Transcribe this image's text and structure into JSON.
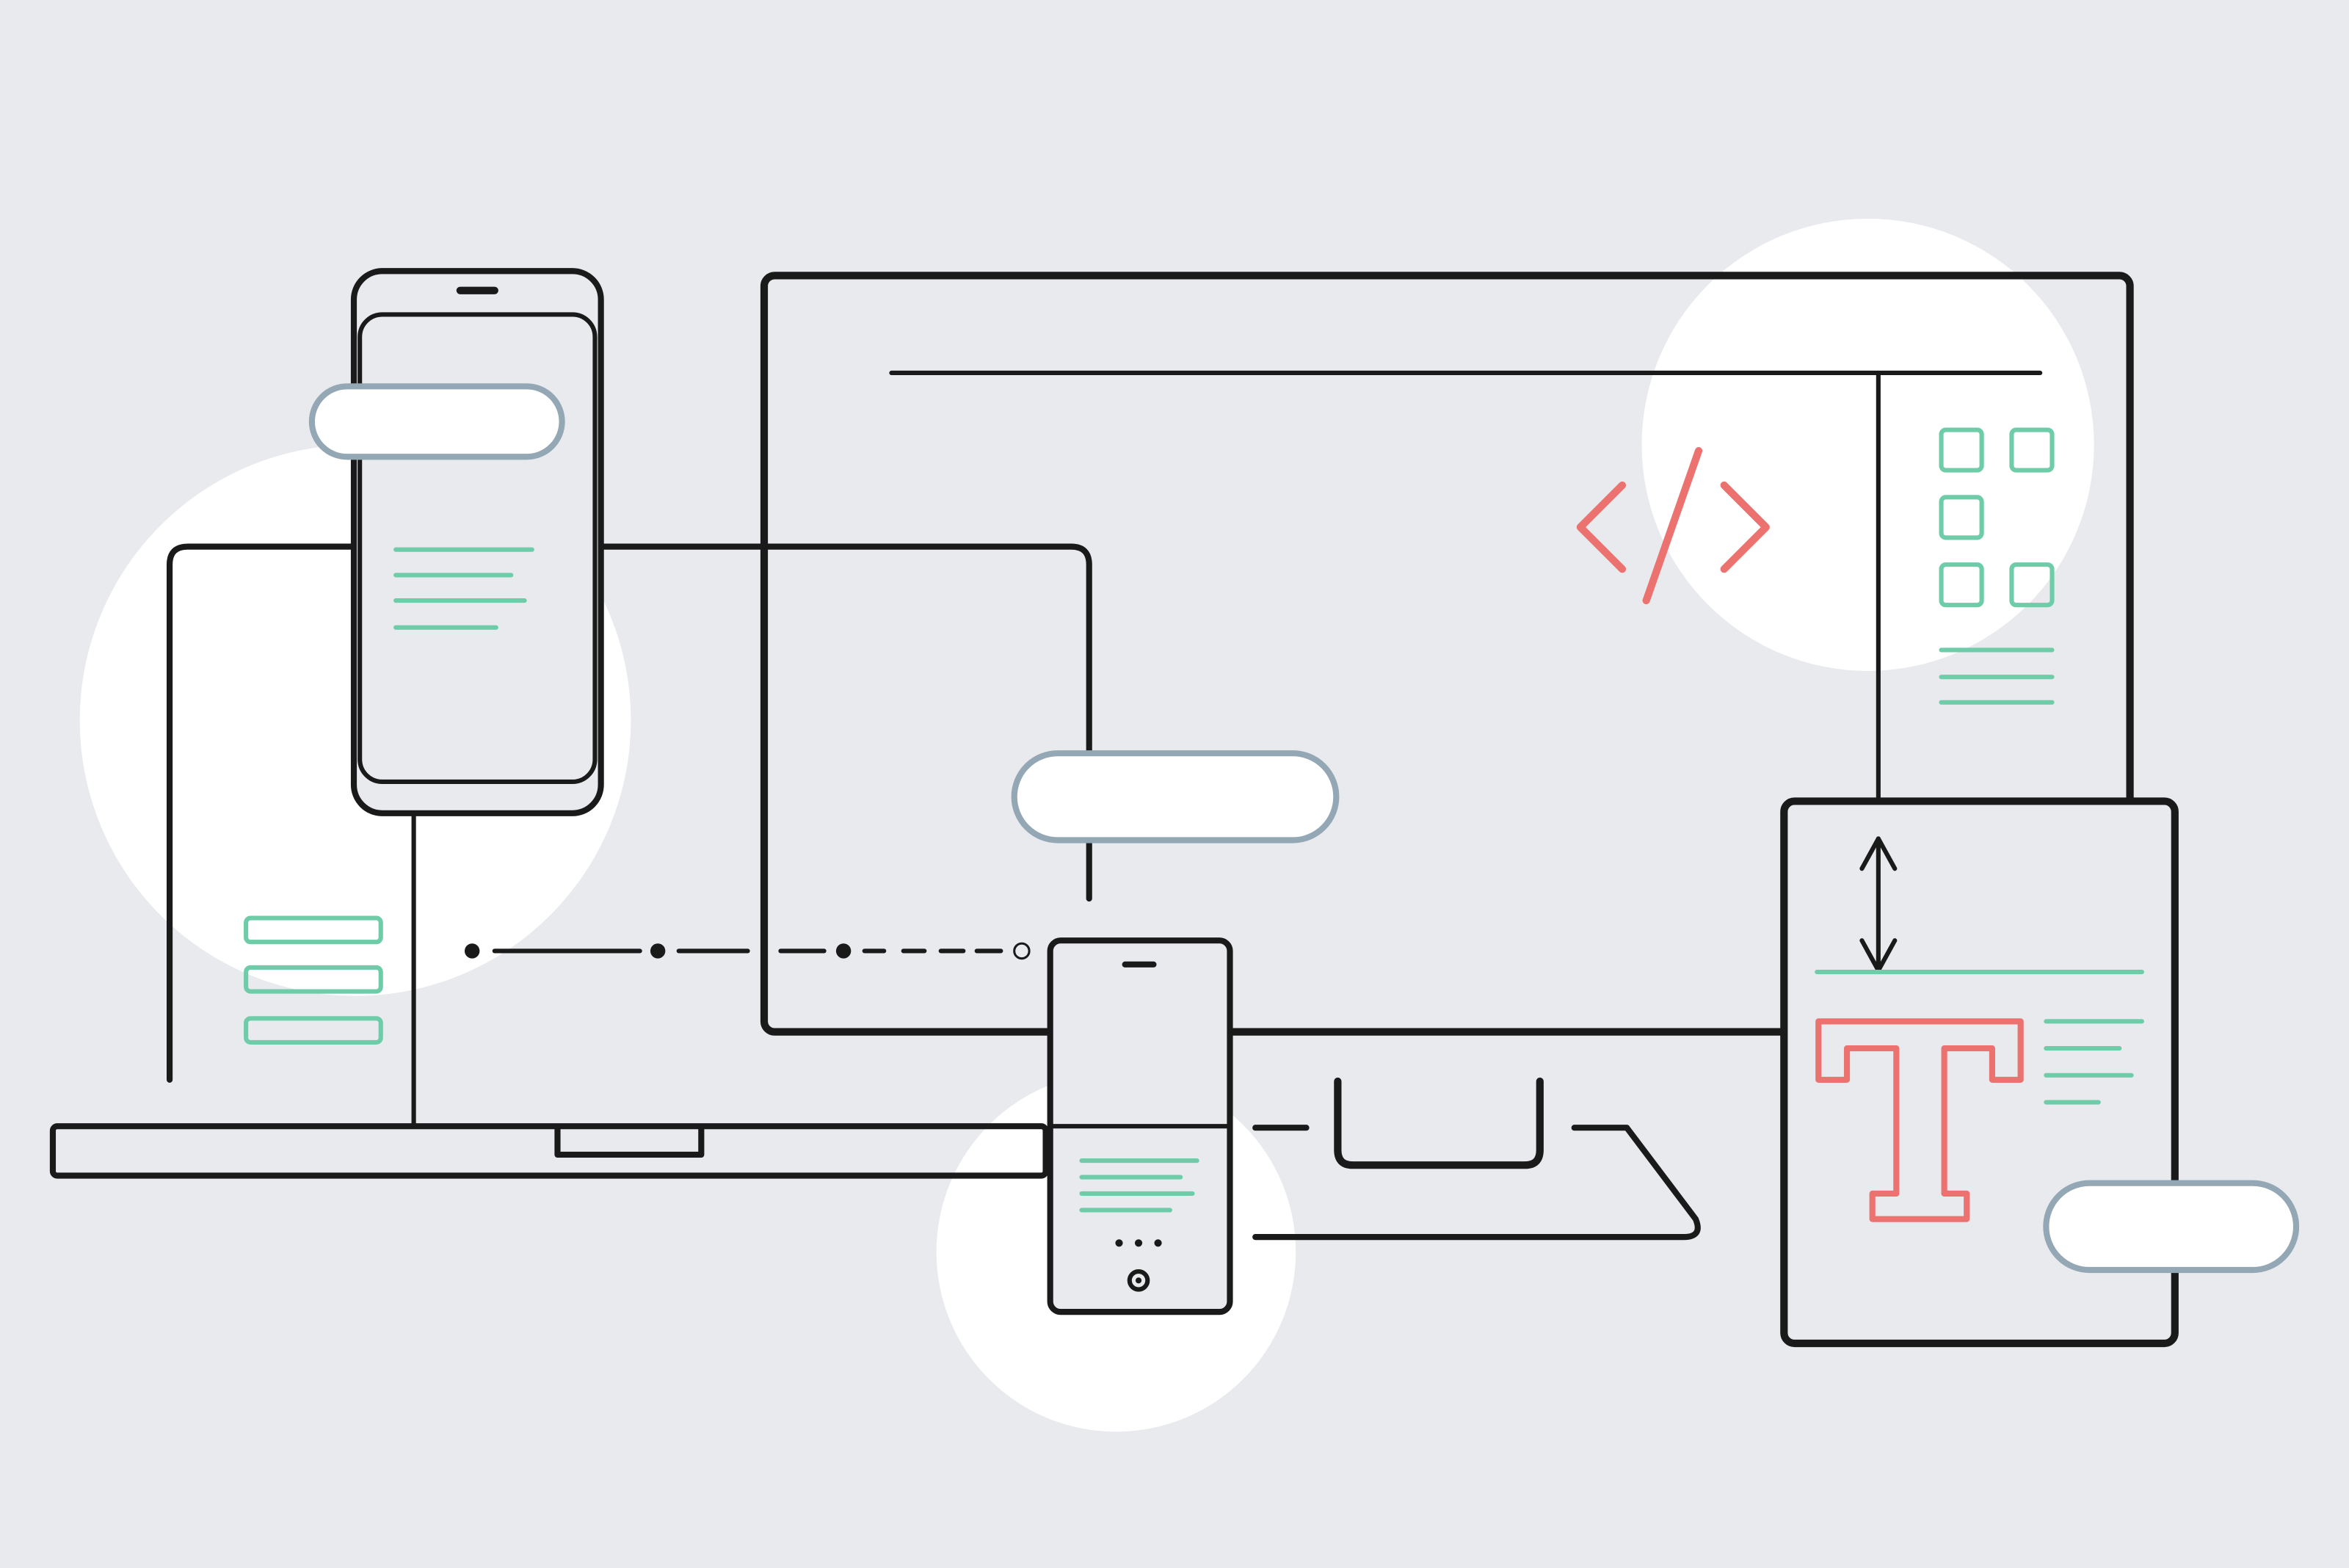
{
  "illustration": {
    "kind": "responsive-design-line-art",
    "devices": [
      "laptop",
      "desktop-monitor",
      "phone-large",
      "phone-small",
      "tablet"
    ],
    "icons": [
      "code-icon",
      "app-grid-icon",
      "typography-icon",
      "resize-arrow-icon"
    ]
  },
  "colors": {
    "background": "#E9EAEE",
    "circle": "#FFFFFF",
    "stroke": "#1A1A1A",
    "green": "#6FCCA9",
    "red": "#EC7270",
    "pill_outline": "#93A7B4"
  }
}
